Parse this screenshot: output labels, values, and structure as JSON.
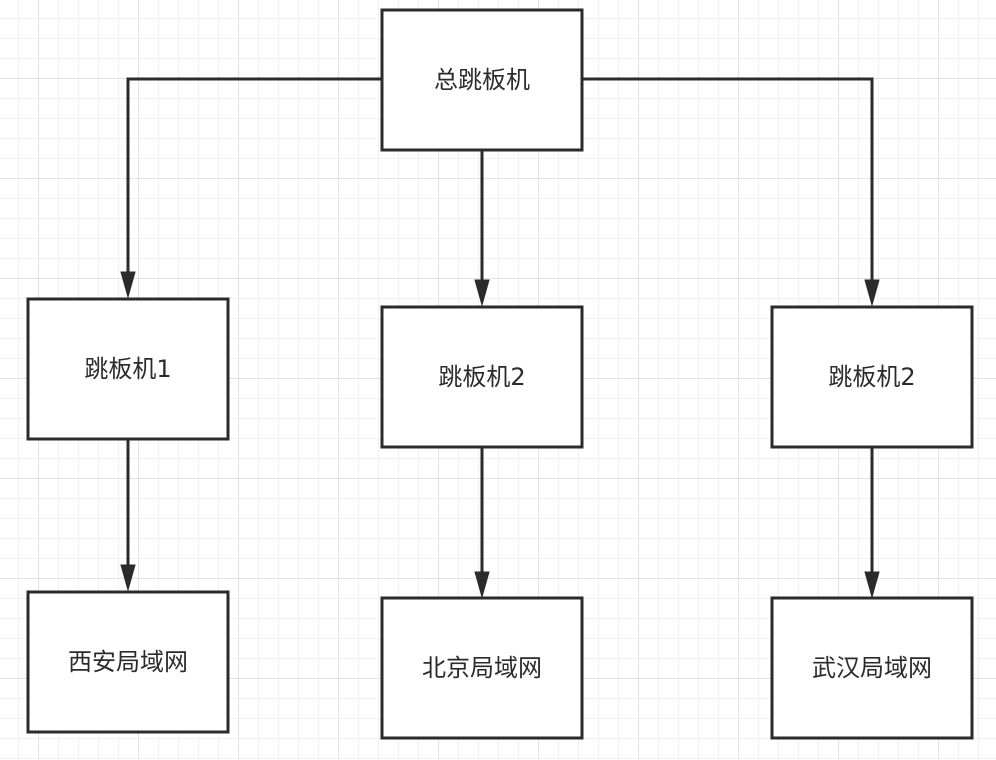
{
  "diagram": {
    "nodes": {
      "root": {
        "label": "总跳板机"
      },
      "jump1": {
        "label": "跳板机1"
      },
      "jump2a": {
        "label": "跳板机2"
      },
      "jump2b": {
        "label": "跳板机2"
      },
      "xian": {
        "label": "西安局域网"
      },
      "beijing": {
        "label": "北京局域网"
      },
      "wuhan": {
        "label": "武汉局域网"
      }
    },
    "edges": [
      {
        "from": "root",
        "to": "jump1"
      },
      {
        "from": "root",
        "to": "jump2a"
      },
      {
        "from": "root",
        "to": "jump2b"
      },
      {
        "from": "jump1",
        "to": "xian"
      },
      {
        "from": "jump2a",
        "to": "beijing"
      },
      {
        "from": "jump2b",
        "to": "wuhan"
      }
    ]
  }
}
